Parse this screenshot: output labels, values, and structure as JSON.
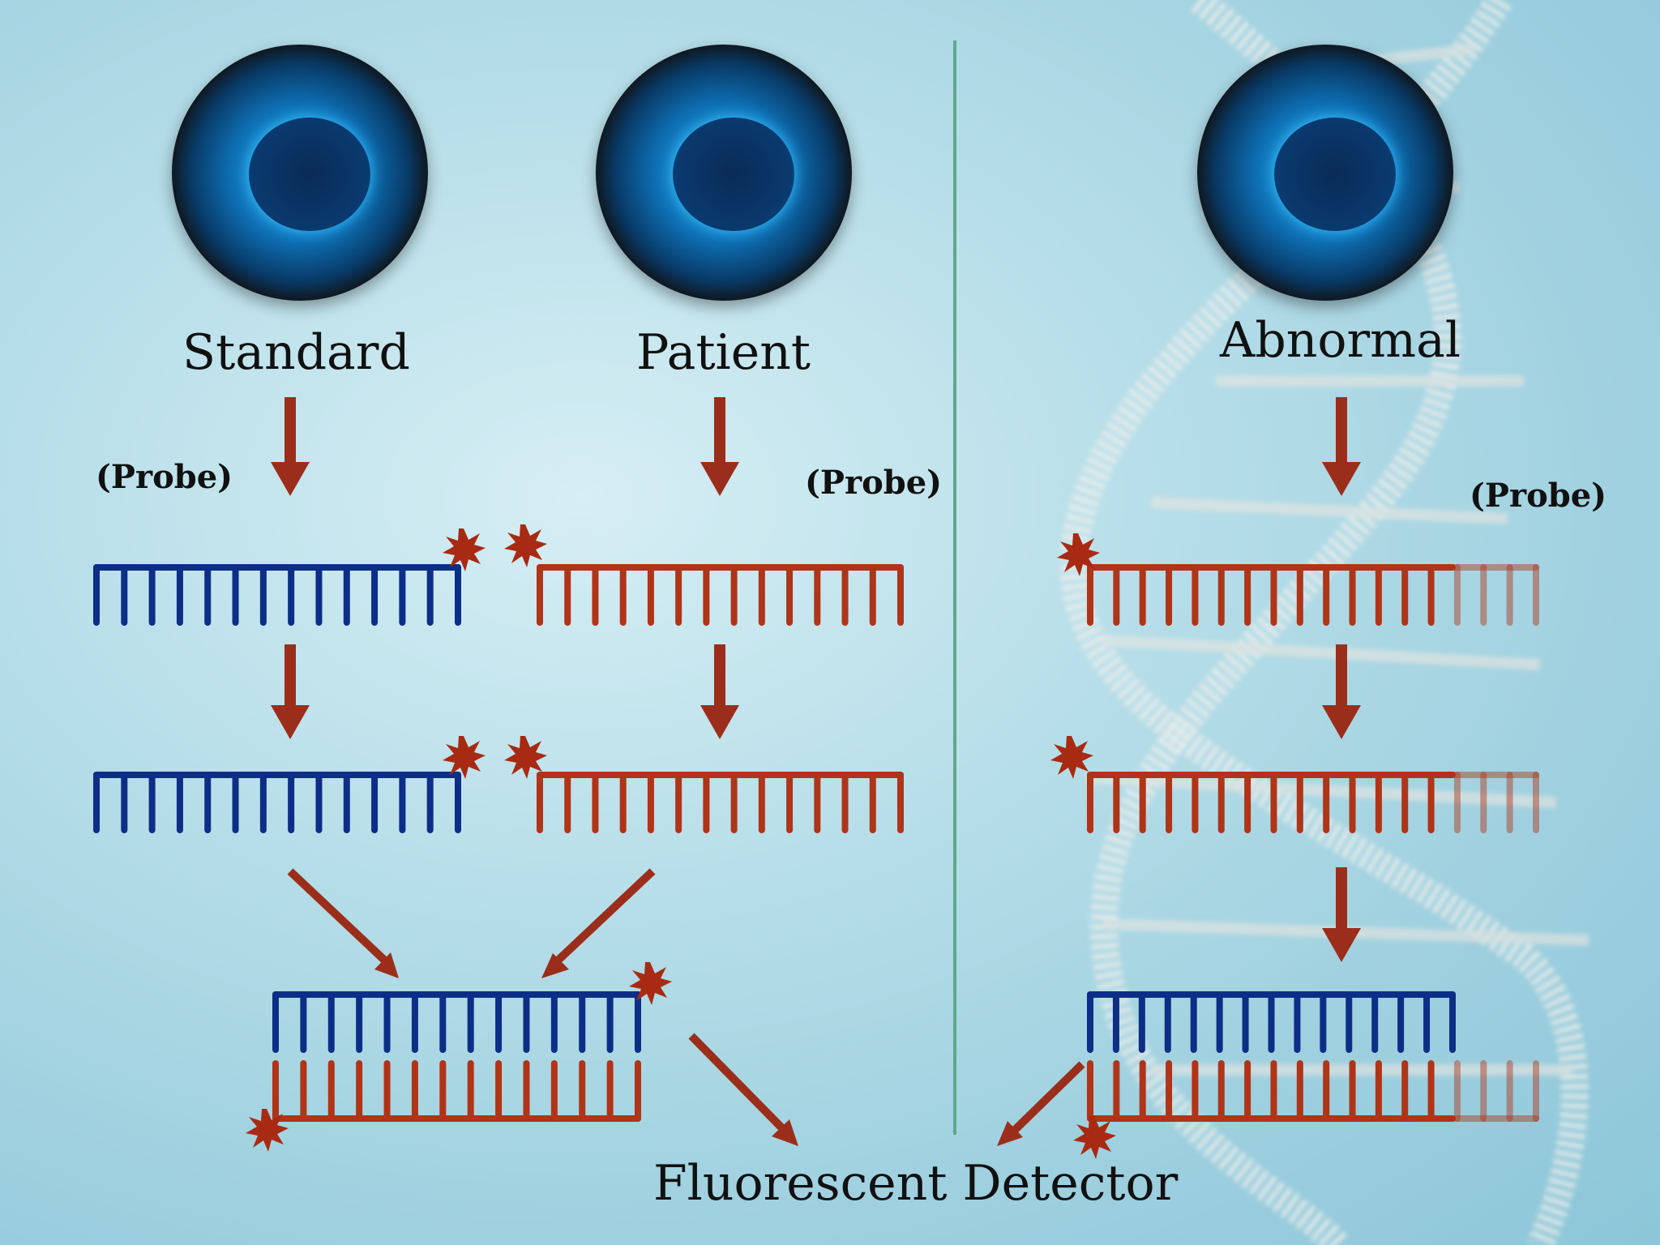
{
  "labels": {
    "standard": "Standard",
    "patient": "Patient",
    "abnormal": "Abnormal",
    "probe_left": "(Probe)",
    "probe_middle": "(Probe)",
    "probe_right": "(Probe)",
    "detector": "Fluorescent Detector"
  },
  "colors": {
    "blue_strand": "#0d2e86",
    "red_strand": "#b03418",
    "arrow": "#9b2e1b",
    "divider": "#5fa88a",
    "fluor_star": "#a82a12"
  },
  "icons": [
    "cell-icon",
    "chromosome-icon",
    "fluorescent-tag-icon",
    "dna-helix-background"
  ]
}
